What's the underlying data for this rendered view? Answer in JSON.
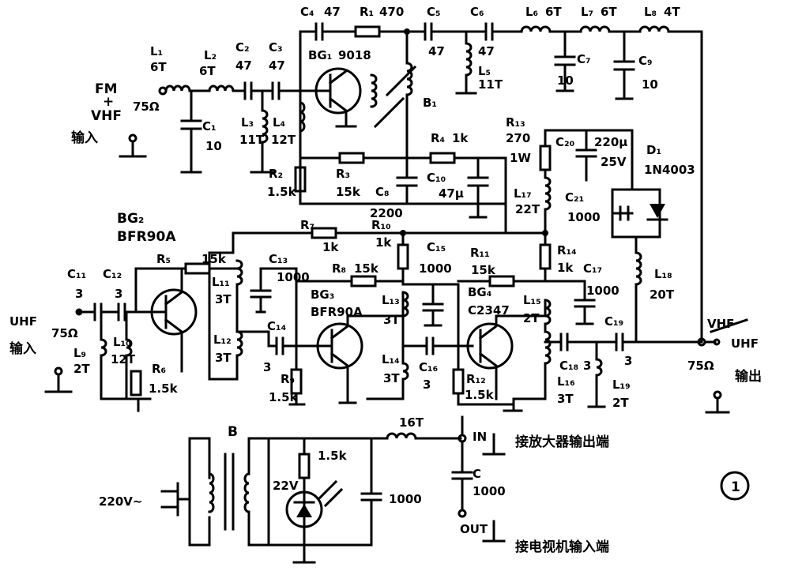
{
  "components": {
    "C4": "C₄",
    "C4v": "47",
    "R1": "R₁",
    "R1v": "470",
    "C5": "C₅",
    "C5v": "47",
    "C6": "C₆",
    "C6v": "47",
    "L6": "L₆",
    "L6v": "6T",
    "L7": "L₇",
    "L7v": "6T",
    "L8": "L₈",
    "L8v": "4T",
    "L1": "L₁",
    "L1v": "6T",
    "L2": "L₂",
    "L2v": "6T",
    "C2": "C₂",
    "C2v": "47",
    "C3": "C₃",
    "C3v": "47",
    "BG1": "BG₁",
    "BG1v": "9018",
    "B1": "B₁",
    "L5": "L₅",
    "L5v": "11T",
    "C7": "C₇",
    "C7v": "10",
    "C9": "C₉",
    "C9v": "10",
    "C1": "C₁",
    "C1v": "10",
    "L3": "L₃",
    "L3v": "11T",
    "L4": "L₄",
    "L4v": "12T",
    "R4": "R₄",
    "R4v": "1k",
    "R13": "R₁₃",
    "R13v": "270",
    "R13w": "1W",
    "C20": "C₂₀",
    "C20v": "220μ",
    "C20w": "25V",
    "D1": "D₁",
    "D1v": "1N4003",
    "R2": "R₂",
    "R2v": "1.5k",
    "R3": "R₃",
    "R3v": "15k",
    "C8": "C₈",
    "C8v": "2200",
    "C10": "C₁₀",
    "C10v": "47μ",
    "L17": "L₁₇",
    "L17v": "22T",
    "C21": "C₂₁",
    "C21v": "1000",
    "BG2": "BG₂",
    "BG2v": "BFR90A",
    "R7": "R₇",
    "R7v": "1k",
    "R10": "R₁₀",
    "R10v": "1k",
    "C15": "C₁₅",
    "C15v": "1000",
    "R14": "R₁₄",
    "R14v": "1k",
    "L18": "L₁₈",
    "L18v": "20T",
    "R5": "R₅",
    "R5v": "15k",
    "C13": "C₁₃",
    "C13v": "1000",
    "R8": "R₈",
    "R8v": "15k",
    "R11": "R₁₁",
    "R11v": "15k",
    "C17": "C₁₇",
    "C17v": "1000",
    "C11": "C₁₁",
    "C11v": "3",
    "C12": "C₁₂",
    "C12v": "3",
    "L11": "L₁₁",
    "L11v": "3T",
    "BG3": "BG₃",
    "BG3v": "BFR90A",
    "L13": "L₁₃",
    "L13v": "3T",
    "BG4": "BG₄",
    "BG4v": "C2347",
    "L15": "L₁₅",
    "L15v": "2T",
    "C19": "C₁₉",
    "C19v": "3",
    "C14": "C₁₄",
    "C14v": "3",
    "L12": "L₁₂",
    "L12v": "3T",
    "L9": "L₉",
    "L9v": "2T",
    "L10": "L₁₀",
    "L10v": "12T",
    "R6": "R₆",
    "R6v": "1.5k",
    "R9": "R₉",
    "R9v": "1.5k",
    "L14": "L₁₄",
    "L14v": "3T",
    "C16": "C₁₆",
    "C16v": "3",
    "R12": "R₁₂",
    "R12v": "1.5k",
    "C18": "C₁₈",
    "C18v": "3",
    "L16": "L₁₆",
    "L16v": "3T",
    "L19": "L₁₉",
    "L19v": "2T",
    "B": "B",
    "V22": "22V",
    "R15v": "1.5k",
    "L20v": "16T",
    "C1000": "1000",
    "C": "C",
    "Cv": "1000",
    "figure_number": "1"
  },
  "labels": {
    "fm": "FM",
    "plus": "+",
    "vhf_in": "VHF",
    "r75_fm": "75Ω",
    "input_fm": "输入",
    "uhf_in": "UHF",
    "r75_uhf": "75Ω",
    "input_uhf": "输入",
    "vhf_uhf_vhf": "VHF",
    "vhf_uhf_uhf": "UHF",
    "r75_out": "75Ω",
    "output": "输出",
    "in": "IN",
    "out": "OUT",
    "amp_out": "接放大器输出端",
    "tv_in": "接电视机输入端",
    "mains": "220V~"
  }
}
